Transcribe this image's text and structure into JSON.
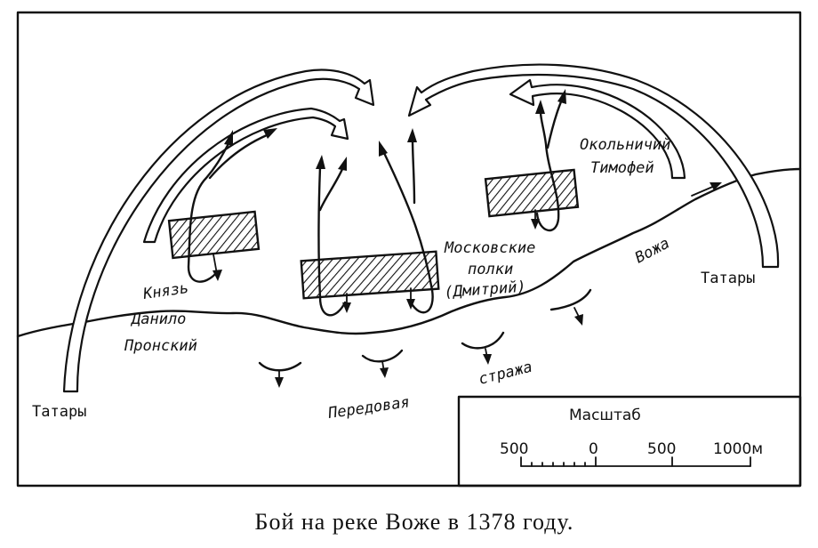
{
  "caption": "Бой на реке Воже в 1378 году.",
  "labels": {
    "tatars_left": "Татары",
    "tatars_right": "Татары",
    "prince_line1": "Князь",
    "prince_line2": "Данило",
    "prince_line3": "Пронский",
    "okolnichy_line1": "Окольничий",
    "okolnichy_line2": "Тимофей",
    "moscow_line1": "Московские",
    "moscow_line2": "полки",
    "moscow_line3": "(Дмитрий)",
    "river": "Вожа",
    "vanguard_word1": "Передовая",
    "vanguard_word2": "стража"
  },
  "scale": {
    "title": "Масштаб",
    "ticks": [
      "500",
      "0",
      "500",
      "1000м"
    ]
  }
}
